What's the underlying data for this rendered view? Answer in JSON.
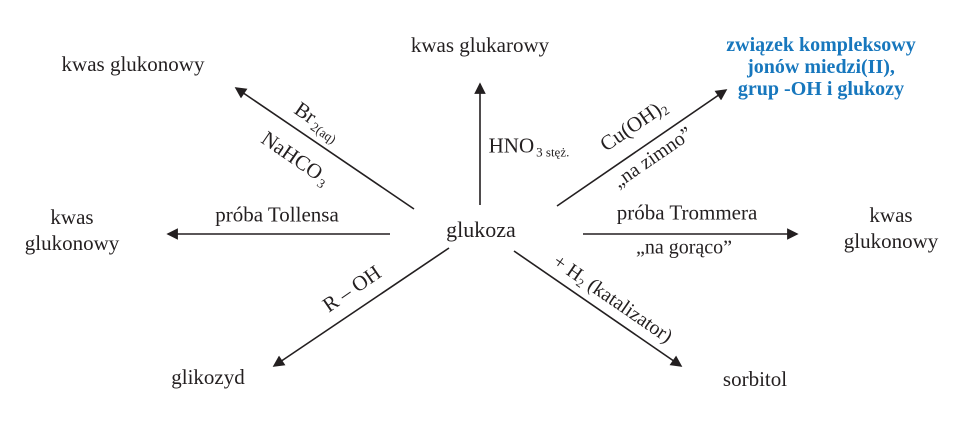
{
  "colors": {
    "ink": "#231f20",
    "accent_blue": "#1777bd",
    "background": "#ffffff"
  },
  "center_node": {
    "label": "glukoza"
  },
  "products": {
    "top_left": "kwas glukonowy",
    "top": "kwas glukarowy",
    "top_right_lines": [
      "związek kompleksowy",
      "jonów miedzi(II),",
      "grup -OH i glukozy"
    ],
    "left_lines": [
      "kwas",
      "glukonowy"
    ],
    "right_lines": [
      "kwas",
      "glukonowy"
    ],
    "bottom_left": "glikozyd",
    "bottom_right": "sorbitol"
  },
  "edges": {
    "to_top_left": {
      "reagent": {
        "parts": [
          "Br",
          "2(aq)"
        ]
      },
      "condition": {
        "parts": [
          "NaHCO",
          "3"
        ]
      }
    },
    "to_top": {
      "reagent": {
        "parts": [
          "HNO",
          "3 stęż."
        ]
      }
    },
    "to_top_right": {
      "reagent": {
        "parts": [
          "Cu(OH)",
          "2"
        ]
      },
      "condition": "„na zimno”"
    },
    "to_left": {
      "reagent": "próba Tollensa"
    },
    "to_right": {
      "reagent": "próba Trommera",
      "condition": "„na gorąco”"
    },
    "to_bottom_left": {
      "reagent": "R – OH"
    },
    "to_bottom_right": {
      "reagent": {
        "parts": [
          "+ H",
          "2",
          " (katalizator)"
        ]
      }
    }
  }
}
